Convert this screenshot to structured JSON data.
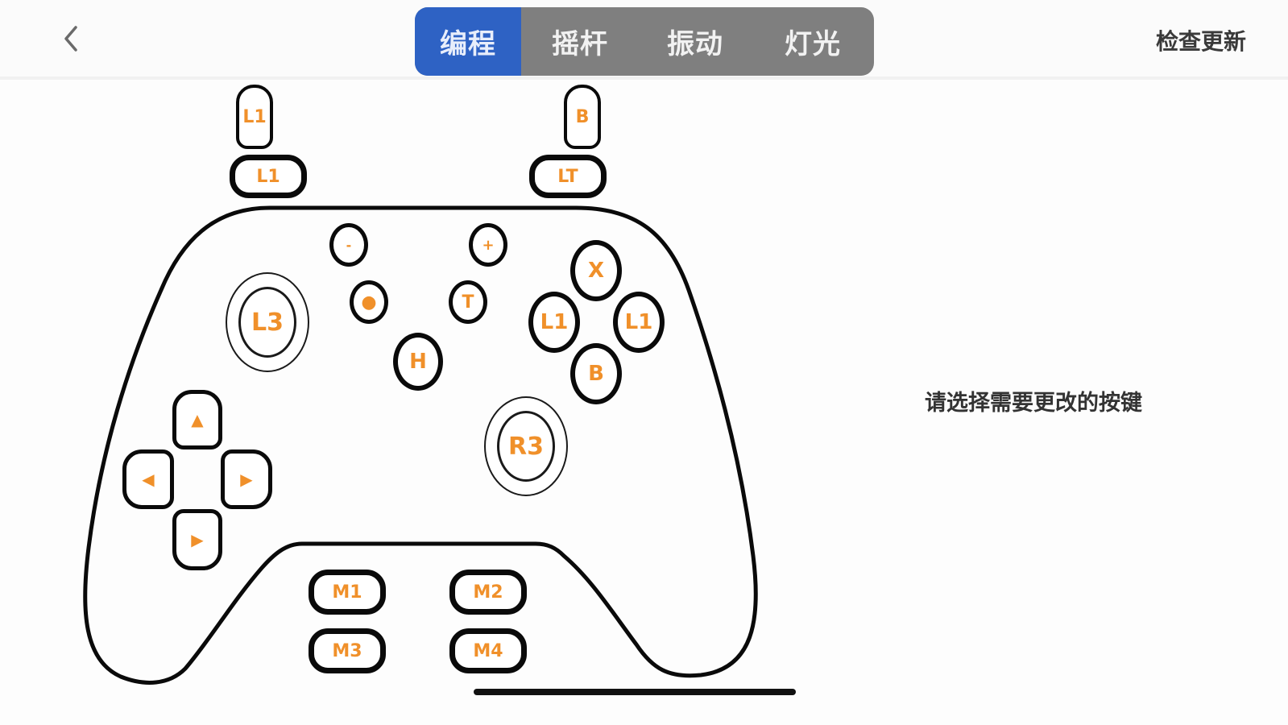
{
  "header": {
    "back_icon": "chevron-left-icon",
    "tabs": [
      {
        "label": "编程",
        "active": true
      },
      {
        "label": "摇杆",
        "active": false
      },
      {
        "label": "振动",
        "active": false
      },
      {
        "label": "灯光",
        "active": false
      }
    ],
    "check_update_label": "检查更新"
  },
  "colors": {
    "accent": "#2e62c4",
    "tab_bg": "#7f7f7f",
    "button_label": "#f0902a",
    "outline": "#0a0a0a"
  },
  "controller": {
    "shoulder": {
      "left_trigger": "L1",
      "left_bumper": "L1",
      "right_trigger": "B",
      "right_bumper": "LT"
    },
    "center": {
      "minus": "-",
      "plus": "+",
      "dot": "●",
      "t": "T",
      "home": "H"
    },
    "sticks": {
      "left": "L3",
      "right": "R3"
    },
    "face": {
      "top": "X",
      "left": "L1",
      "right": "L1",
      "bottom": "B"
    },
    "dpad": {
      "up": "▲",
      "left": "◀",
      "right": "▶",
      "down": "▶"
    },
    "macros": {
      "m1": "M1",
      "m2": "M2",
      "m3": "M3",
      "m4": "M4"
    }
  },
  "hint": "请选择需要更改的按键"
}
